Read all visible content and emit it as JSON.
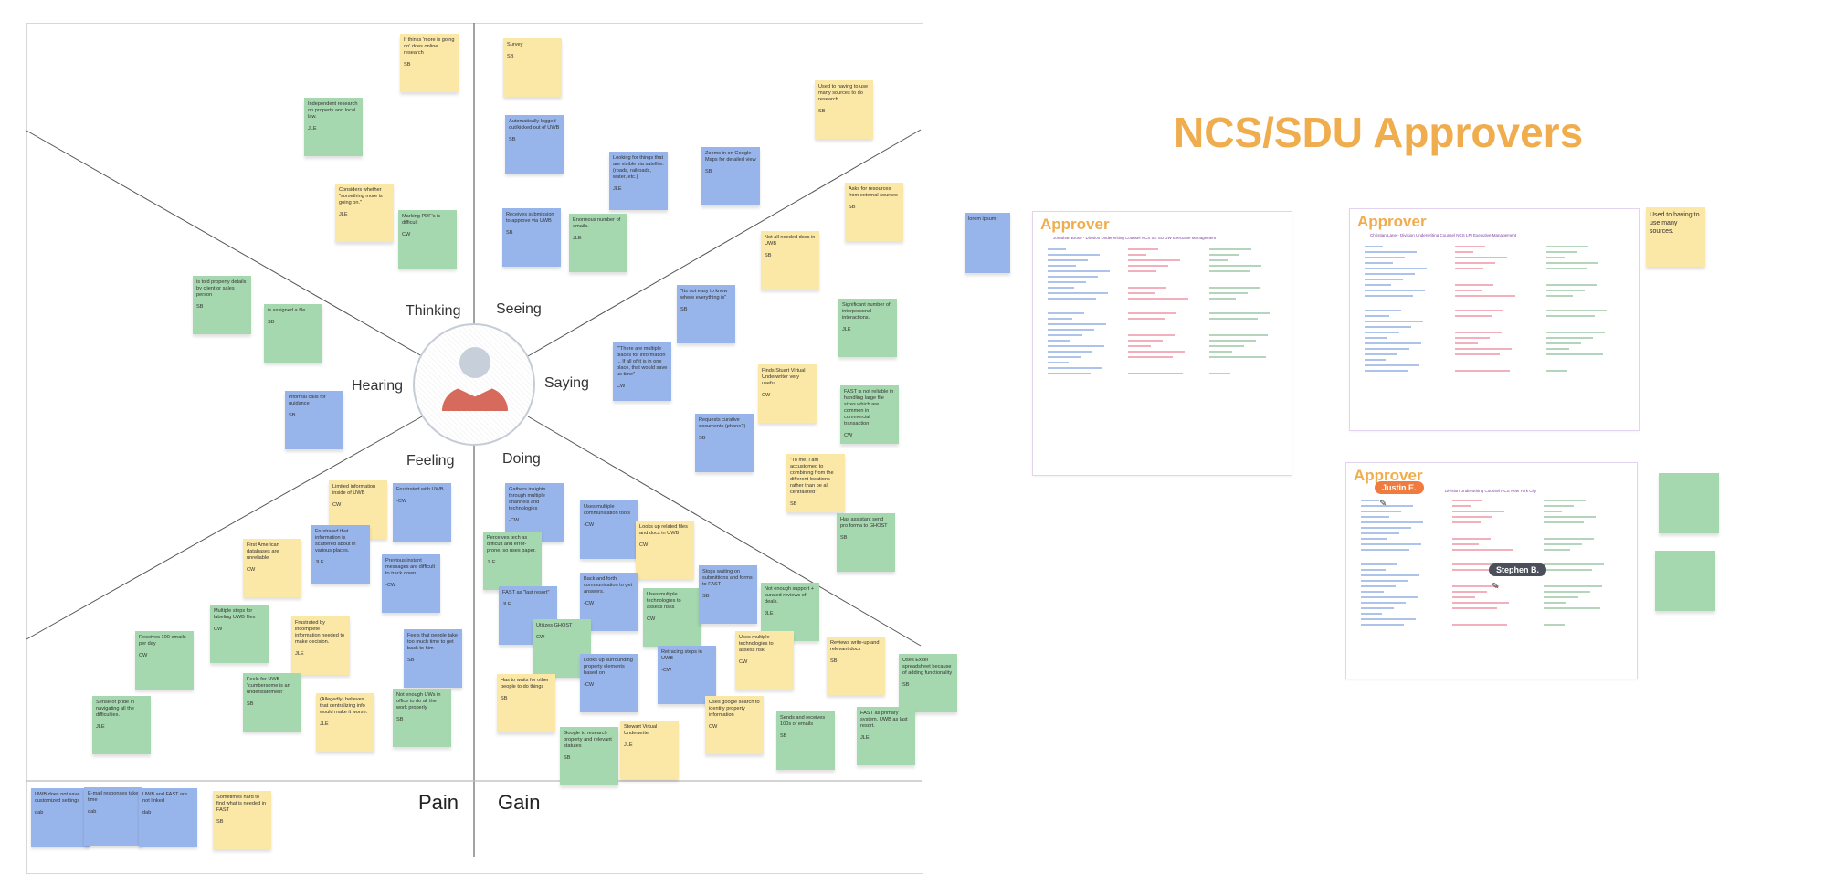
{
  "colors": {
    "yellow": "#fbe7a6",
    "green": "#a6d8b0",
    "blue": "#97b5ea",
    "accent": "#f0ad4e"
  },
  "empathy_map": {
    "labels": {
      "thinking": "Thinking",
      "seeing": "Seeing",
      "hearing": "Hearing",
      "saying": "Saying",
      "feeling": "Feeling",
      "doing": "Doing",
      "pain": "Pain",
      "gain": "Gain"
    },
    "avatar_icon": "user-avatar-icon",
    "notes": [
      {
        "color": "yellow",
        "text": "If thinks 'more is going on' does online research",
        "author": "SB"
      },
      {
        "color": "green",
        "text": "Independent research on property and local law.",
        "author": "JLE"
      },
      {
        "color": "yellow",
        "text": "Considers whether \"something more is going on.\"",
        "author": "JLE"
      },
      {
        "color": "green",
        "text": "Marking PDF's is difficult",
        "author": "CW"
      },
      {
        "color": "green",
        "text": "is told property details by client or sales person",
        "author": "SB"
      },
      {
        "color": "green",
        "text": "is assigned a file",
        "author": "SB"
      },
      {
        "color": "blue",
        "text": "informal calls for guidance",
        "author": "SB"
      },
      {
        "color": "yellow",
        "text": "Survey",
        "author": "SB"
      },
      {
        "color": "blue",
        "text": "Automatically logged out/kicked out of UWB",
        "author": "SB"
      },
      {
        "color": "blue",
        "text": "Looking for things that are visible via satellite. (roads, railroads, water, etc.)",
        "author": "JLE"
      },
      {
        "color": "blue",
        "text": "Zooms in on Google Maps for detailed view",
        "author": "SB"
      },
      {
        "color": "yellow",
        "text": "Used to having to use many sources to do research",
        "author": "SB"
      },
      {
        "color": "blue",
        "text": "Receives submission to approve via UWB",
        "author": "SB"
      },
      {
        "color": "green",
        "text": "Enormous number of emails.",
        "author": "JLE"
      },
      {
        "color": "yellow",
        "text": "Asks for resources from external sources",
        "author": "SB"
      },
      {
        "color": "yellow",
        "text": "Not all needed docs in UWB",
        "author": "SB"
      },
      {
        "color": "blue",
        "text": "\"Its not easy to know where everything is\"",
        "author": "SB"
      },
      {
        "color": "green",
        "text": "Significant number of interpersonal interactions.",
        "author": "JLE"
      },
      {
        "color": "blue",
        "text": "\"\"There are multiple places for information ... If all of it is in one place, that would save us time\"",
        "author": "CW"
      },
      {
        "color": "yellow",
        "text": "Finds Stuart Virtual Underwriter very useful",
        "author": "CW"
      },
      {
        "color": "green",
        "text": "FAST is not reliable in handling large file sizes which are common in commercial transaction",
        "author": "CW"
      },
      {
        "color": "blue",
        "text": "Requests curative documents (phone?)",
        "author": "SB"
      },
      {
        "color": "yellow",
        "text": "\"To me, I am accustomed to combining from the different locations rather than be all centralized\"",
        "author": "SB"
      },
      {
        "color": "yellow",
        "text": "Limited information inside of UWB",
        "author": "CW"
      },
      {
        "color": "blue",
        "text": "Frustrated with UWB",
        "author": "-CW"
      },
      {
        "color": "blue",
        "text": "Frustrated that information is scattered about in various places.",
        "author": "JLE"
      },
      {
        "color": "yellow",
        "text": "First American databases are unreliable",
        "author": "CW"
      },
      {
        "color": "blue",
        "text": "Previous instant messages are difficult to track down",
        "author": "-CW"
      },
      {
        "color": "green",
        "text": "Multiple steps for labeling UWB files",
        "author": "CW"
      },
      {
        "color": "yellow",
        "text": "Frustrated by incomplete information needed to make decision.",
        "author": "JLE"
      },
      {
        "color": "green",
        "text": "Receives 100 emails per day",
        "author": "CW"
      },
      {
        "color": "blue",
        "text": "Feels that people take too much time to get back to him",
        "author": "SB"
      },
      {
        "color": "green",
        "text": "Feels for UWB \"cumbersome is an understatement\"",
        "author": "SB"
      },
      {
        "color": "green",
        "text": "Sense of pride in navigating all the difficulties.",
        "author": "JLE"
      },
      {
        "color": "yellow",
        "text": "(Allegedly) believes that centralizing info would make it worse.",
        "author": "JLE"
      },
      {
        "color": "green",
        "text": "Not enough UWs in office to do all the work properly",
        "author": "SB"
      },
      {
        "color": "blue",
        "text": "Gathers insights through multiple channels and technologies",
        "author": "-CW"
      },
      {
        "color": "blue",
        "text": "Uses multiple communication tools",
        "author": "-CW"
      },
      {
        "color": "green",
        "text": "Perceives tech as difficult and error-prone, so uses paper.",
        "author": "JLE"
      },
      {
        "color": "yellow",
        "text": "Looks up related files and docs in UWB",
        "author": "CW"
      },
      {
        "color": "green",
        "text": "Has assistant send pro forma to GHOST",
        "author": "SB"
      },
      {
        "color": "blue",
        "text": "FAST as \"last resort\"",
        "author": "JLE"
      },
      {
        "color": "blue",
        "text": "Back and forth communication to get answers.",
        "author": "-CW"
      },
      {
        "color": "green",
        "text": "Uses multiple technologies to assess risks",
        "author": "CW"
      },
      {
        "color": "blue",
        "text": "Stops waiting on submittions and forms to FAST",
        "author": "SB"
      },
      {
        "color": "yellow",
        "text": "Uses multiple technologies to assess risk",
        "author": "CW"
      },
      {
        "color": "green",
        "text": "Not enough support + curated reviews of deals.",
        "author": "JLE"
      },
      {
        "color": "green",
        "text": "Utilizes GHOST",
        "author": "CW"
      },
      {
        "color": "yellow",
        "text": "Reviews write-up and relevant docs",
        "author": "SB"
      },
      {
        "color": "blue",
        "text": "Looks up surrounding property elements based on",
        "author": "-CW"
      },
      {
        "color": "blue",
        "text": "Retracing steps in UWB",
        "author": "-CW"
      },
      {
        "color": "green",
        "text": "Uses Excel spreadsheet because of adding functionality",
        "author": "SB"
      },
      {
        "color": "yellow",
        "text": "Has to waits for other people to do things",
        "author": "SB"
      },
      {
        "color": "yellow",
        "text": "Uses google search to identify property information",
        "author": "CW"
      },
      {
        "color": "green",
        "text": "Sends and receives 100s of emails",
        "author": "SB"
      },
      {
        "color": "green",
        "text": "FAST as primary system, UWB as last resort.",
        "author": "JLE"
      },
      {
        "color": "green",
        "text": "Google to research property and relevant statutes",
        "author": "SB"
      },
      {
        "color": "yellow",
        "text": "Stewart Virtual Underwriter",
        "author": "JLE"
      },
      {
        "color": "blue",
        "text": "UWB does not save customized settings",
        "author": "dab"
      },
      {
        "color": "blue",
        "text": "E-mail responses take time",
        "author": "dab"
      },
      {
        "color": "blue",
        "text": "UWB and FAST are not linked",
        "author": "dab"
      },
      {
        "color": "yellow",
        "text": "Sometimes hard to find what is needed in FAST",
        "author": "SB"
      }
    ]
  },
  "approvers": {
    "title": "NCS/SDU Approvers",
    "side_notes": [
      {
        "color": "blue",
        "text": "lorem ipsum"
      },
      {
        "color": "yellow",
        "text": "Used to having to use many sources."
      },
      {
        "color": "green",
        "text": ""
      },
      {
        "color": "green",
        "text": ""
      }
    ],
    "cards": [
      {
        "heading": "Approver",
        "subtitle": "Jonathan Bruso - Division Underwriting Counsel NCS SE SU UW Executive Management"
      },
      {
        "heading": "Approver",
        "subtitle": "Christian Lane - Division Underwriting Counsel NCS LPI Executive Management"
      },
      {
        "heading": "Approver",
        "subtitle": "Division Underwriting Counsel NCS New York City"
      }
    ],
    "collaborators": [
      {
        "name": "Justin E.",
        "color": "#f07b3f"
      },
      {
        "name": "Stephen B.",
        "color": "#4a4f5a"
      }
    ]
  }
}
